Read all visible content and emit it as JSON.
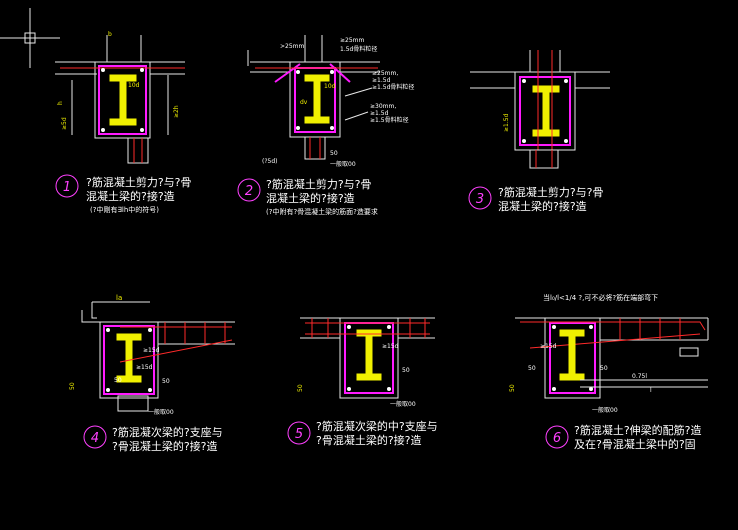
{
  "colors": {
    "background": "#000000",
    "caption": "#ffffff",
    "circle_number": "#ff40ff",
    "stirrup": "#ff1aff",
    "rebar": "#ff2a2a",
    "steel": "#f0f000",
    "annotation": "#f2f200",
    "dimension": "#ffffff"
  },
  "panels": [
    {
      "number": "1",
      "caption_line1": "?筋混凝土剪力?与?骨",
      "caption_line2": "混凝土梁的?接?造",
      "note": "(?中剛有∃lh中的符号)",
      "labels": [
        "b",
        "10d",
        "h",
        "≥5d",
        "≥2h"
      ]
    },
    {
      "number": "2",
      "caption_line1": "?筋混凝土剪力?与?骨",
      "caption_line2": "混凝土梁的?接?造",
      "note": "(?中附有?骨混凝土梁的筋面?造要求",
      "labels": [
        ">25mm",
        "≥25mm",
        "1.5d骨料粒径",
        "≥25mm,",
        "≥1.5d",
        "≥1.5d骨料粒径",
        "≥30mm,",
        "≥1.5d",
        "≥1.5骨料粒径",
        "10d",
        "(?5d)",
        "50",
        "一般取00",
        "dv"
      ]
    },
    {
      "number": "3",
      "caption_line1": "?筋混凝土剪力?与?骨",
      "caption_line2": "混凝土梁的?接?造",
      "labels": [
        "≥1.5d"
      ]
    },
    {
      "number": "4",
      "caption_line1": "?筋混凝次梁的?支座与",
      "caption_line2": "?骨混凝土梁的?接?造",
      "labels": [
        "la",
        "≥15d",
        "≥15d",
        "50",
        "50",
        "50",
        "一般取00"
      ]
    },
    {
      "number": "5",
      "caption_line1": "?筋混凝次梁的中?支座与",
      "caption_line2": "?骨混凝土梁的?接?造",
      "labels": [
        "≥15d",
        "50",
        "50",
        "一般取00"
      ]
    },
    {
      "number": "6",
      "caption_line1": "?筋混凝土?伸梁的配筋?造",
      "caption_line2": "及在?骨混凝土梁中的?固",
      "top_note": "当l₀/l<1/4 ?,可不必将?筋在端部弯下",
      "labels": [
        "≥15d",
        "50",
        "50",
        "0.75l",
        "l",
        "50",
        "一般取00"
      ]
    }
  ]
}
